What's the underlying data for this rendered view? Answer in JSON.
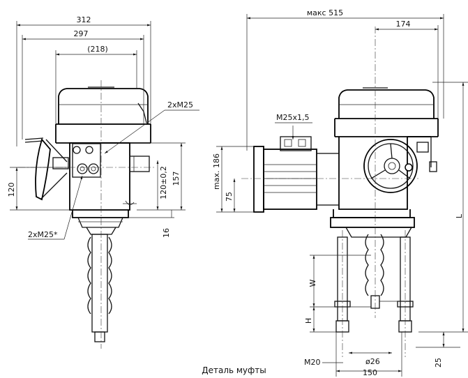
{
  "caption": "Деталь муфты",
  "left_view": {
    "dims": {
      "d312": "312",
      "d297": "297",
      "d218": "(218)",
      "d120": "120",
      "d120tol": "120±0,2",
      "d157": "157",
      "d16": "16"
    },
    "callouts": {
      "top": "2xM25",
      "bottom": "2xM25*"
    }
  },
  "right_view": {
    "dims": {
      "d515": "макс 515",
      "d174": "174",
      "d186": "max. 186",
      "d75": "75",
      "dL": "L",
      "dW": "W",
      "dH": "H",
      "dM20": "M20",
      "d26": "ø26",
      "d150": "150",
      "d25": "25"
    },
    "callouts": {
      "m25x15": "M25x1,5"
    }
  }
}
